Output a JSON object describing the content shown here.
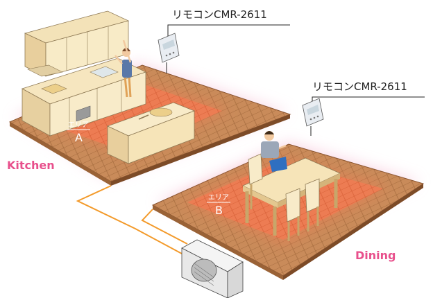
{
  "rooms": {
    "kitchen": {
      "label": "Kitchen",
      "area_prefix": "エリア",
      "area_letter": "A"
    },
    "dining": {
      "label": "Dining",
      "area_prefix": "エリア",
      "area_letter": "B"
    }
  },
  "remotes": {
    "kitchen_remote": {
      "label": "リモコンCMR-2611"
    },
    "dining_remote": {
      "label": "リモコンCMR-2611"
    }
  },
  "colors": {
    "floor": "#c88a58",
    "floor_edge": "#8a5530",
    "heated_area": "#f07b52",
    "pipe": "#f39a2a",
    "room_label": "#e8508c",
    "glow": "#f7c6da"
  }
}
